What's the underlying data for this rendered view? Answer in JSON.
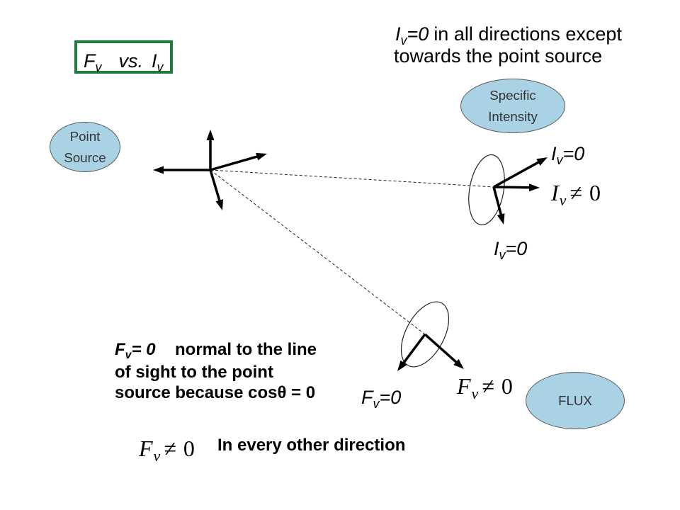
{
  "colors": {
    "title_border": "#1f7d3b",
    "bubble_fill": "#a9d3e4",
    "bubble_stroke": "#5a5a5a"
  },
  "title_box": {
    "left_symbol": "F",
    "left_sub": "v",
    "vs": "vs.",
    "right_symbol": "I",
    "right_sub": "v"
  },
  "top_note": {
    "symbol": "I",
    "sub": "v",
    "eq": "=0",
    "line1_rest": "in all directions except",
    "line2": "towards the point source"
  },
  "bubbles": {
    "point_source": {
      "line1": "Point",
      "line2": "Source"
    },
    "specific_intensity": {
      "line1": "Specific",
      "line2": "Intensity"
    },
    "flux": {
      "line1": "FLUX"
    }
  },
  "intensity_labels": {
    "upper": {
      "symbol": "I",
      "sub": "v",
      "eq": "=0"
    },
    "nonzero": {
      "symbol": "I",
      "sub": "ν",
      "rel": "≠ 0"
    },
    "lower": {
      "symbol": "I",
      "sub": "v",
      "eq": "=0"
    }
  },
  "flux_labels": {
    "zero": {
      "symbol": "F",
      "sub": "v",
      "eq": "=0"
    },
    "nonzero": {
      "symbol": "F",
      "sub": "ν",
      "rel": "≠ 0"
    }
  },
  "explanation": {
    "symbol": "F",
    "sub": "v",
    "eq": "= 0",
    "line1_rest": "normal to the line",
    "line2": "of sight to the point",
    "line3": "source because cosθ = 0"
  },
  "footer": {
    "symbol": "F",
    "sub": "ν",
    "rel": "≠ 0",
    "text": "In every other direction"
  }
}
